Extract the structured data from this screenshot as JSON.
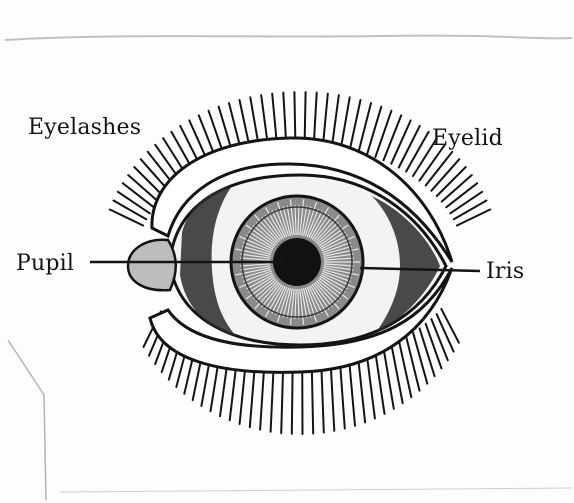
{
  "labels": {
    "eyelashes": "Eyelashes",
    "eyelid": "Eyelid",
    "pupil": "Pupil",
    "iris": "Iris"
  },
  "colors": {
    "ink": "#141414",
    "paper": "#fdfdfb",
    "iris_fill": "#7a7a7a",
    "sclera_shadow": "#2a2a2a"
  }
}
